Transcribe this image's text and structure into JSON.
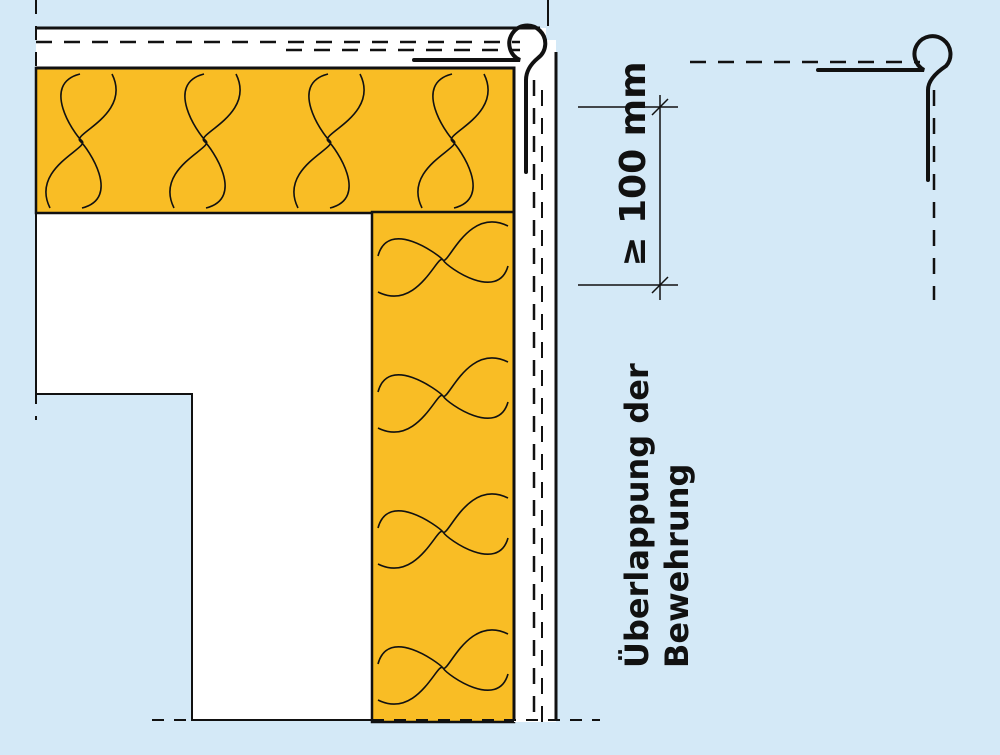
{
  "dimension": {
    "label": "≥ 100 mm"
  },
  "annotation": {
    "line1": "Überlappung der",
    "line2": "Bewehrung"
  },
  "colors": {
    "background": "#d4e9f7",
    "insulation": "#f9bd25",
    "plaster": "#ffffff",
    "stroke": "#111111"
  }
}
